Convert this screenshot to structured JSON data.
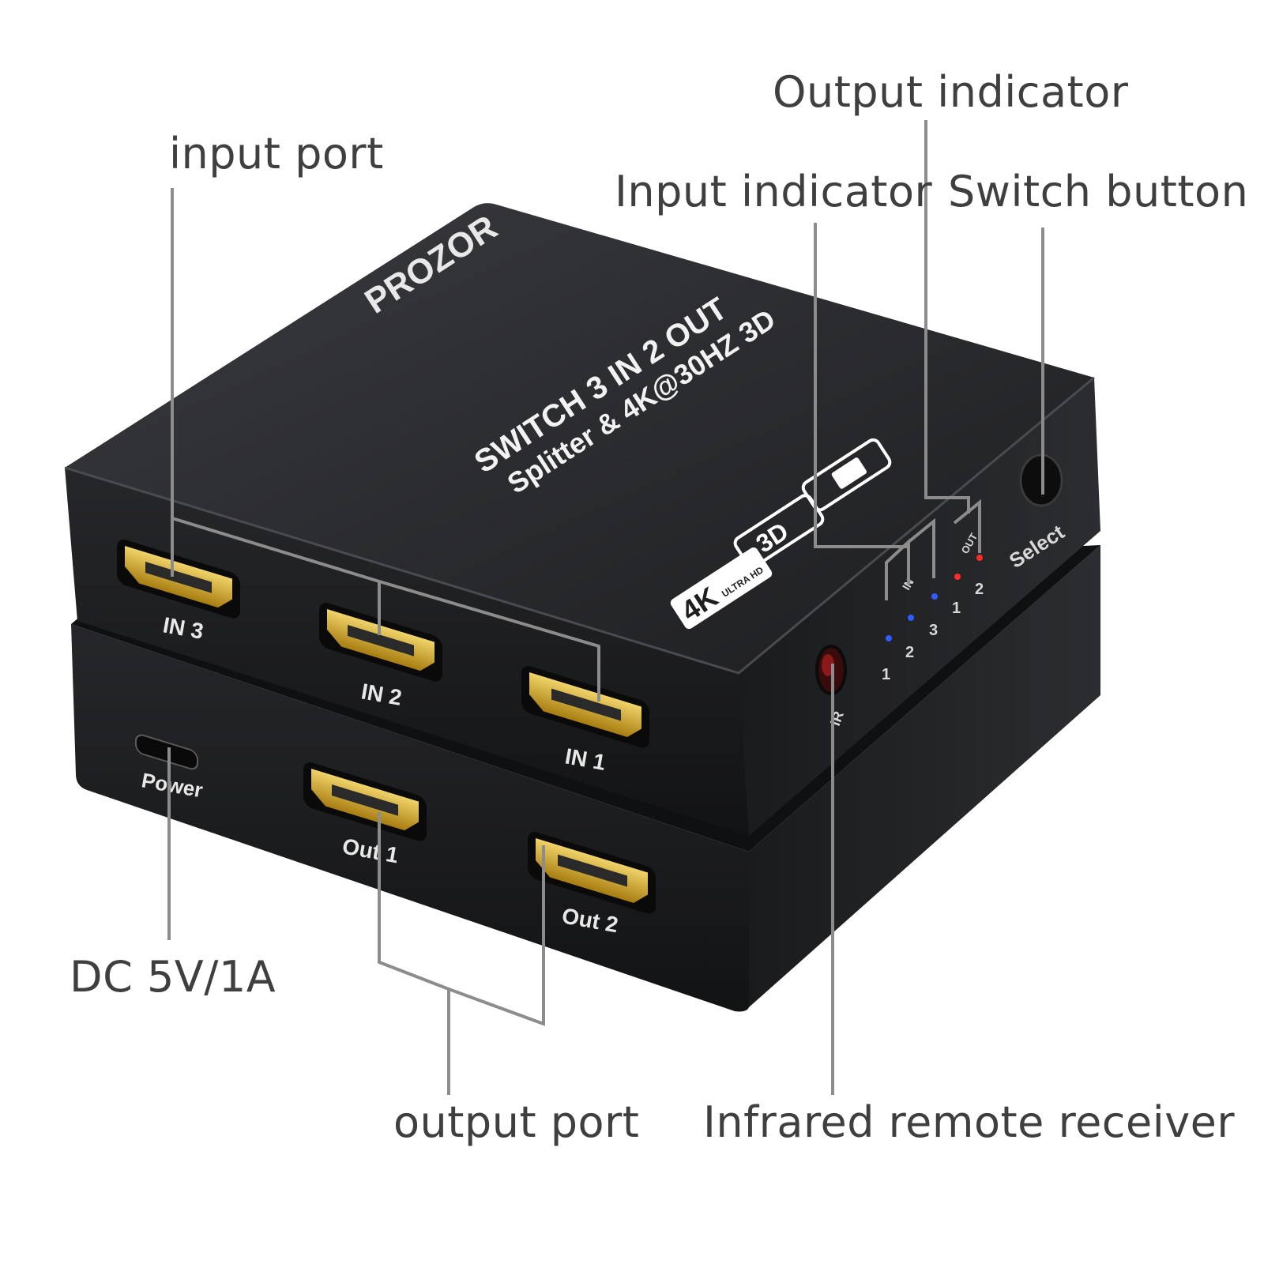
{
  "callouts": {
    "input_port": "input port",
    "output_indicator": "Output indicator",
    "input_indicator": "Input indicator",
    "switch_button": "Switch button",
    "dc_power": "DC 5V/1A",
    "output_port": "output port",
    "ir_receiver": "Infrared remote receiver"
  },
  "device": {
    "brand": "PROZOR",
    "model_line1": "SWITCH 3 IN 2 OUT",
    "model_line2": "Splitter & 4K@30HZ 3D",
    "badge_4k": "4K",
    "badge_4k_sub": "ULTRA HD",
    "badge_3d": "3D",
    "select_label": "Select",
    "ir_label": "IR",
    "in_group_label": "IN",
    "out_group_label": "OUT",
    "in_numbers": [
      "1",
      "2",
      "3"
    ],
    "out_numbers": [
      "1",
      "2"
    ],
    "port_in3": "IN 3",
    "port_in2": "IN 2",
    "port_in1": "IN 1",
    "power_label": "Power",
    "port_out1": "Out 1",
    "port_out2": "Out 2"
  },
  "colors": {
    "body": "#1d1e20",
    "top_face": "#2a2b2e",
    "port_gold": "#c9a227",
    "led_blue": "#2f5cff",
    "led_red": "#ff2a2a",
    "leader_line": "#8c8c8c",
    "callout_text": "#3f3f3f"
  }
}
